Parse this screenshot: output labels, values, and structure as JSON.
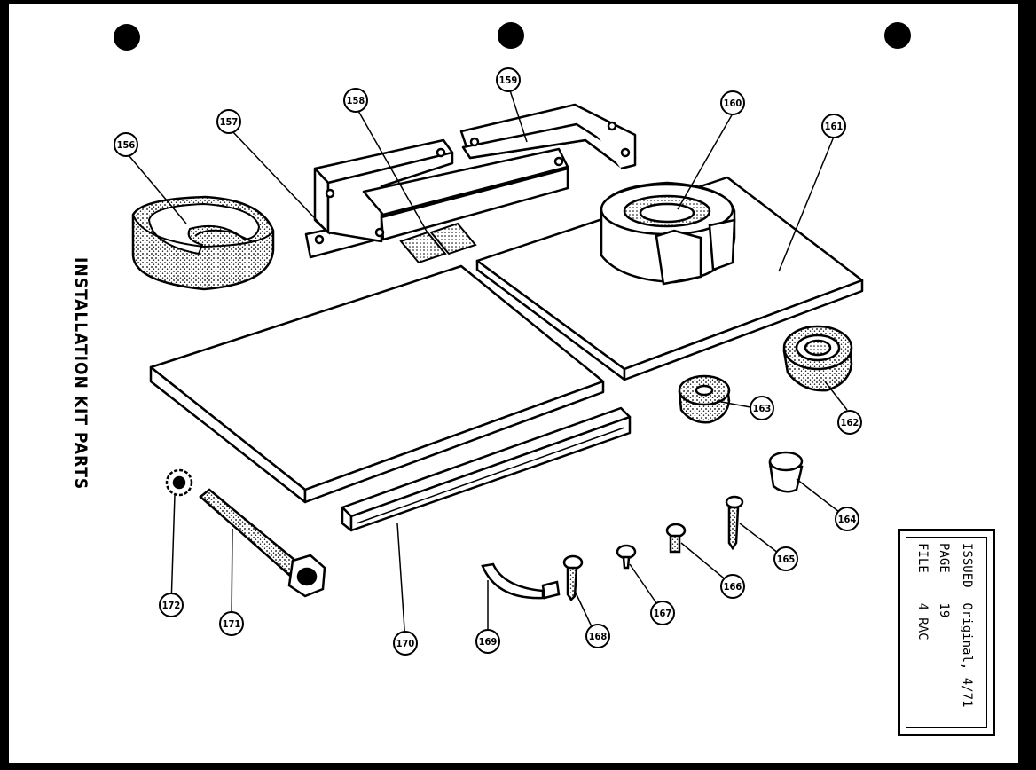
{
  "page": {
    "title": "INSTALLATION KIT PARTS",
    "info": {
      "file_label": "FILE",
      "file_value": "4 RAC",
      "page_label": "PAGE",
      "page_value": "19",
      "issued_label": "ISSUED",
      "issued_value": "Original, 4/71"
    }
  },
  "parts": {
    "p156": "156",
    "p157": "157",
    "p158": "158",
    "p159": "159",
    "p160": "160",
    "p161": "161",
    "p162": "162",
    "p163": "163",
    "p164": "164",
    "p165": "165",
    "p166": "166",
    "p167": "167",
    "p168": "168",
    "p169": "169",
    "p170": "170",
    "p171": "171",
    "p172": "172"
  },
  "colors": {
    "ink": "#000000",
    "paper": "#ffffff"
  }
}
